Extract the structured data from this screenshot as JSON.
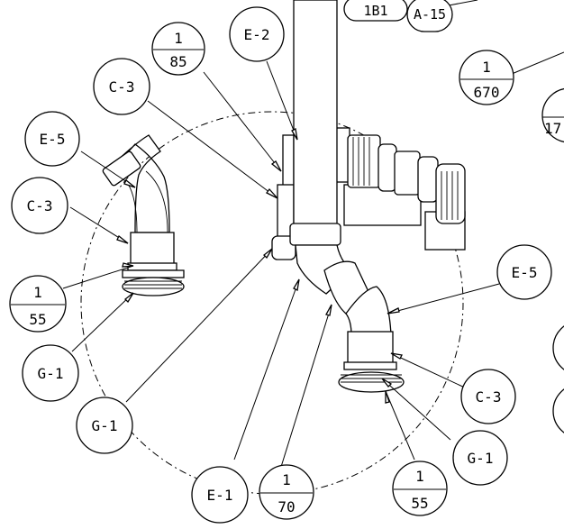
{
  "callouts": {
    "ref_1b1": "1B1",
    "a15": "A-15",
    "frac_85": {
      "num": "1",
      "den": "85"
    },
    "e2": "E-2",
    "c3_top": "C-3",
    "frac_670": {
      "num": "1",
      "den": "670"
    },
    "frac_right_partial": {
      "den": "17"
    },
    "e5_left": "E-5",
    "c3_left": "C-3",
    "frac_55_left": {
      "num": "1",
      "den": "55"
    },
    "g1_left": "G-1",
    "g1_mid": "G-1",
    "e5_right": "E-5",
    "c3_right": "C-3",
    "g1_right": "G-1",
    "e1": "E-1",
    "frac_70": {
      "num": "1",
      "den": "70"
    },
    "frac_55_right": {
      "num": "1",
      "den": "55"
    }
  }
}
